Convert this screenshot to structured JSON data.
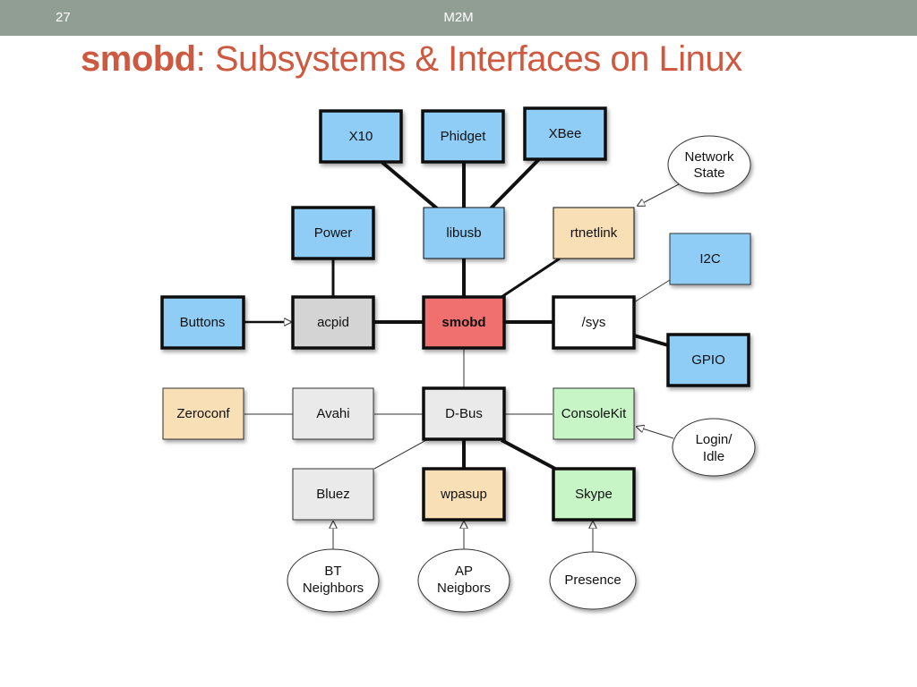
{
  "header": {
    "slide_number": "27",
    "topic": "M2M"
  },
  "title": {
    "bold": "smobd",
    "rest": ": Subsystems & Interfaces on Linux"
  },
  "colors": {
    "topbar": "#919e93",
    "title": "#cd5940",
    "hardware_blue": "#8fcdf6",
    "network_tan": "#f8dfb5",
    "core_red": "#f07070",
    "gray": "#d4d4d4",
    "light_gray": "#eaeaea",
    "white": "#ffffff",
    "green": "#c7f5c5"
  },
  "nodes": {
    "x10": "X10",
    "phidget": "Phidget",
    "xbee": "XBee",
    "power": "Power",
    "libusb": "libusb",
    "rtnetlink": "rtnetlink",
    "i2c": "I2C",
    "buttons": "Buttons",
    "acpid": "acpid",
    "smobd": "smobd",
    "sys": "/sys",
    "gpio": "GPIO",
    "zeroconf": "Zeroconf",
    "avahi": "Avahi",
    "dbus": "D-Bus",
    "consolekit": "ConsoleKit",
    "bluez": "Bluez",
    "wpasup": "wpasup",
    "skype": "Skype"
  },
  "events": {
    "network_state": [
      "Network",
      "State"
    ],
    "login_idle": [
      "Login/",
      "Idle"
    ],
    "bt_neighbors": [
      "BT",
      "Neighbors"
    ],
    "ap_neigbors": [
      "AP",
      "Neigbors"
    ],
    "presence": [
      "Presence"
    ]
  }
}
